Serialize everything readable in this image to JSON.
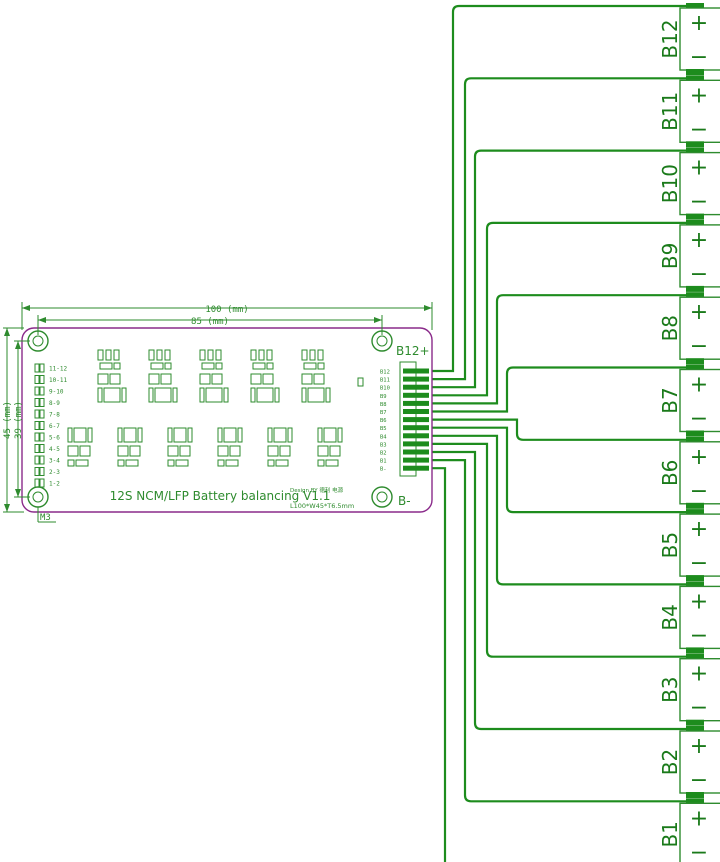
{
  "board": {
    "title": "12S NCM/LFP Battery balancing V1.1",
    "size_note": "L100*W45*T6.5mm",
    "design_note": "Design BY 德利  电源",
    "width_dim": "100 (mm)",
    "hole_dim": "85 (mm)",
    "height_dim": "45 (mm)",
    "hole_height_dim": "39 (mm)",
    "hole_label": "M3",
    "pos_terminal": "B12+",
    "neg_terminal": "B-",
    "channel_labels": [
      "11-12",
      "10-11",
      "9-10",
      "8-9",
      "7-8",
      "6-7",
      "5-6",
      "4-5",
      "3-4",
      "2-3",
      "1-2"
    ],
    "connector_pins": [
      "B12",
      "B11",
      "B10",
      "B9",
      "B8",
      "B7",
      "B6",
      "B5",
      "B4",
      "B3",
      "B2",
      "B1",
      "B-"
    ]
  },
  "cells": [
    "B12",
    "B11",
    "B10",
    "B9",
    "B8",
    "B7",
    "B6",
    "B5",
    "B4",
    "B3",
    "B2",
    "B1"
  ],
  "cell_symbols": {
    "plus": "+",
    "minus": "−"
  },
  "colors": {
    "wire": "#1d8c1d",
    "outline": "#8a2a8a",
    "silk": "#2e8b2e"
  }
}
